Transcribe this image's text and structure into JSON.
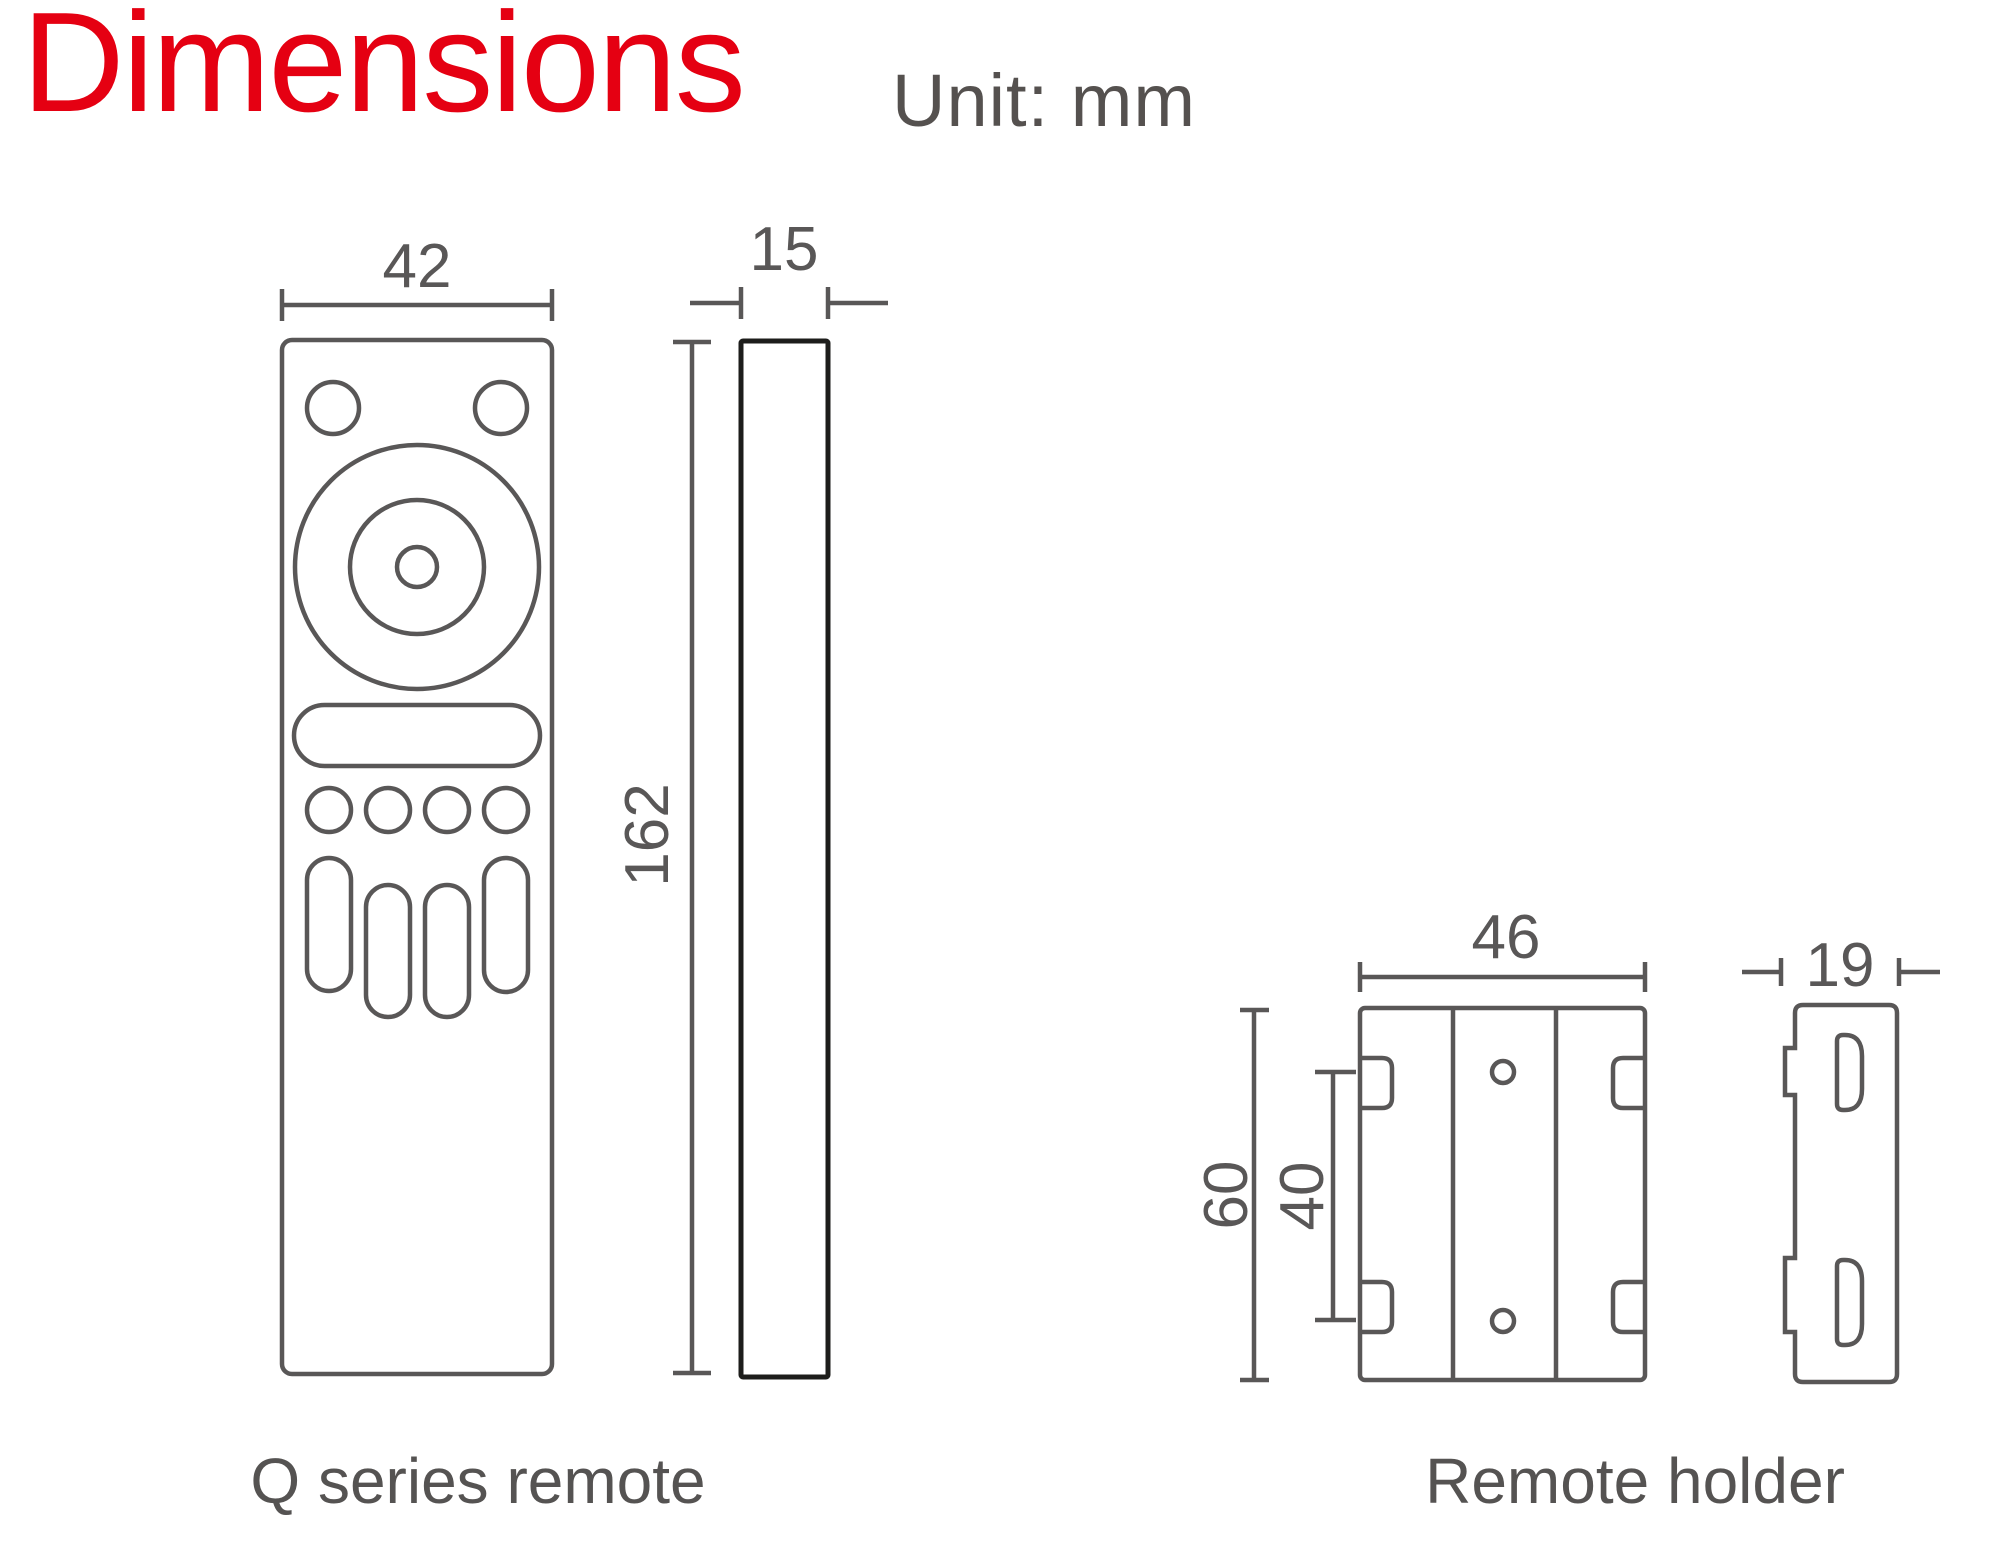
{
  "page": {
    "title": "Dimensions",
    "unit_note": "Unit: mm"
  },
  "remote": {
    "caption": "Q series remote",
    "width_mm": "42",
    "height_mm": "162",
    "thickness_mm": "15"
  },
  "holder": {
    "caption": "Remote holder",
    "width_mm": "46",
    "height_mm": "60",
    "hole_spacing_mm": "40",
    "thickness_mm": "19"
  },
  "colors": {
    "accent_red": "#e50012",
    "line_gray": "#595757",
    "line_black": "#1d1d1b",
    "text_gray": "#55514f"
  }
}
